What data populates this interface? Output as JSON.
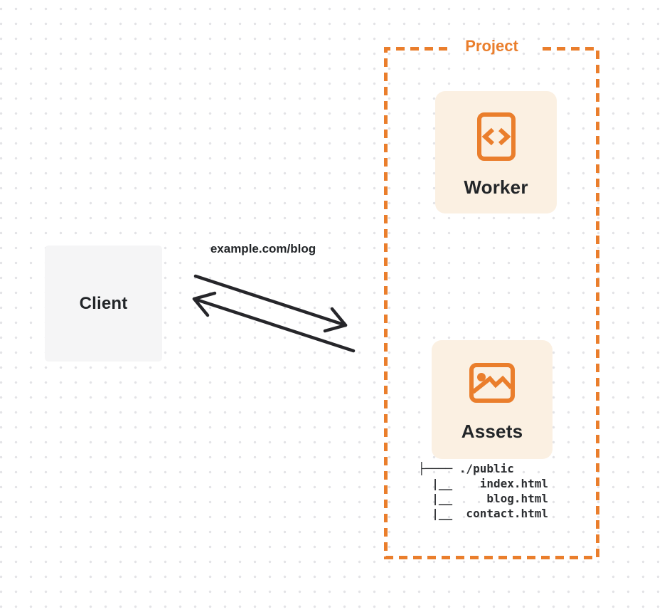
{
  "colors": {
    "orange": "#EA7E2C",
    "card_cream": "#FBF0E2",
    "dark_text": "#222528",
    "client_box_bg": "#F5F5F6",
    "arrow": "#26262A",
    "tree_text": "#2B2D30",
    "grid_dot": "#E3E3E6"
  },
  "client": {
    "label": "Client"
  },
  "request": {
    "label": "example.com/blog"
  },
  "project": {
    "label": "Project",
    "cards": [
      {
        "name": "worker",
        "label": "Worker",
        "icon": "code-file-icon"
      },
      {
        "name": "assets",
        "label": "Assets",
        "icon": "image-icon"
      }
    ],
    "assets_file_tree": "├──── ./public\n  |__    index.html\n  |__     blog.html\n  |__  contact.html"
  }
}
